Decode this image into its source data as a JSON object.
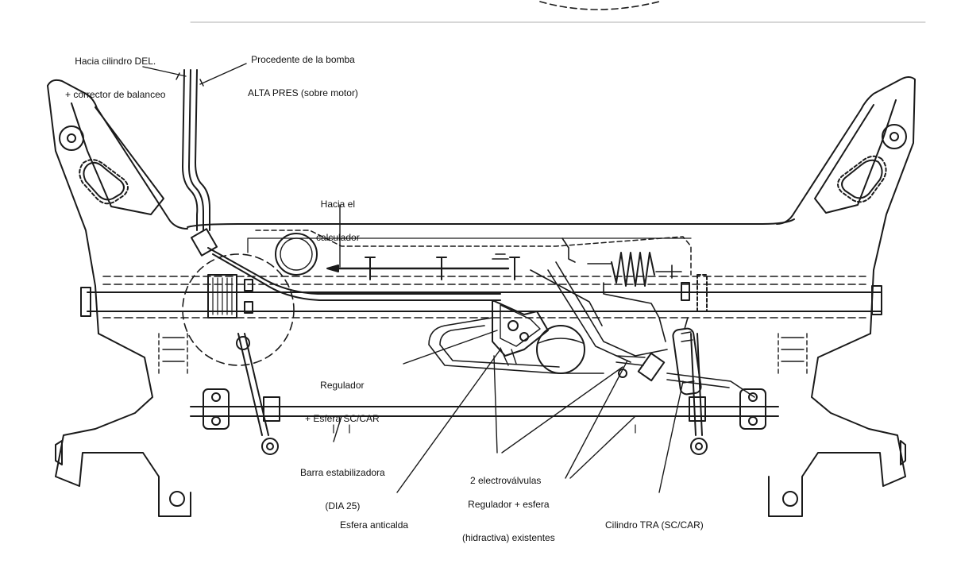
{
  "labels": {
    "hacia_cilindro": {
      "line1": "Hacia cilindro DEL.",
      "line2": "+ corrector de balanceo"
    },
    "procedente_bomba": {
      "line1": "Procedente de la bomba",
      "line2": "ALTA PRES (sobre motor)"
    },
    "hacia_calculador": {
      "line1": "Hacia el",
      "line2": "calculador"
    },
    "regulador_esfera": {
      "line1": "Regulador",
      "line2": "+ Esfera SC/CAR"
    },
    "barra_estabilizadora": {
      "line1": "Barra estabilizadora",
      "line2": "(DIA 25)"
    },
    "electrovalvulas": {
      "line1": "2 electroválvulas"
    },
    "regulador_existentes": {
      "line1": "Regulador + esfera",
      "line2": "(hidractiva) existentes"
    },
    "esfera_anticalda": {
      "line1": "Esfera anticalda"
    },
    "cilindro_tra": {
      "line1": "Cilindro TRA (SC/CAR)"
    }
  },
  "colors": {
    "line": "#1a1a1a",
    "background": "#ffffff"
  }
}
